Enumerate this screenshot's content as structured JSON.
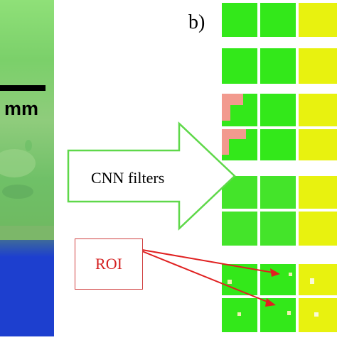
{
  "image": {
    "scale_label": "mm",
    "panel_label": "b)",
    "arrow_label": "CNN filters",
    "roi_label": "ROI"
  },
  "colors": {
    "filter_green": "#33e81a",
    "filter_yellow": "#e8f20f",
    "photo_green": "#7ac96a",
    "photo_blue": "#1d3fcf",
    "arrow_outline": "#5fd84a",
    "roi_red": "#d42020"
  }
}
